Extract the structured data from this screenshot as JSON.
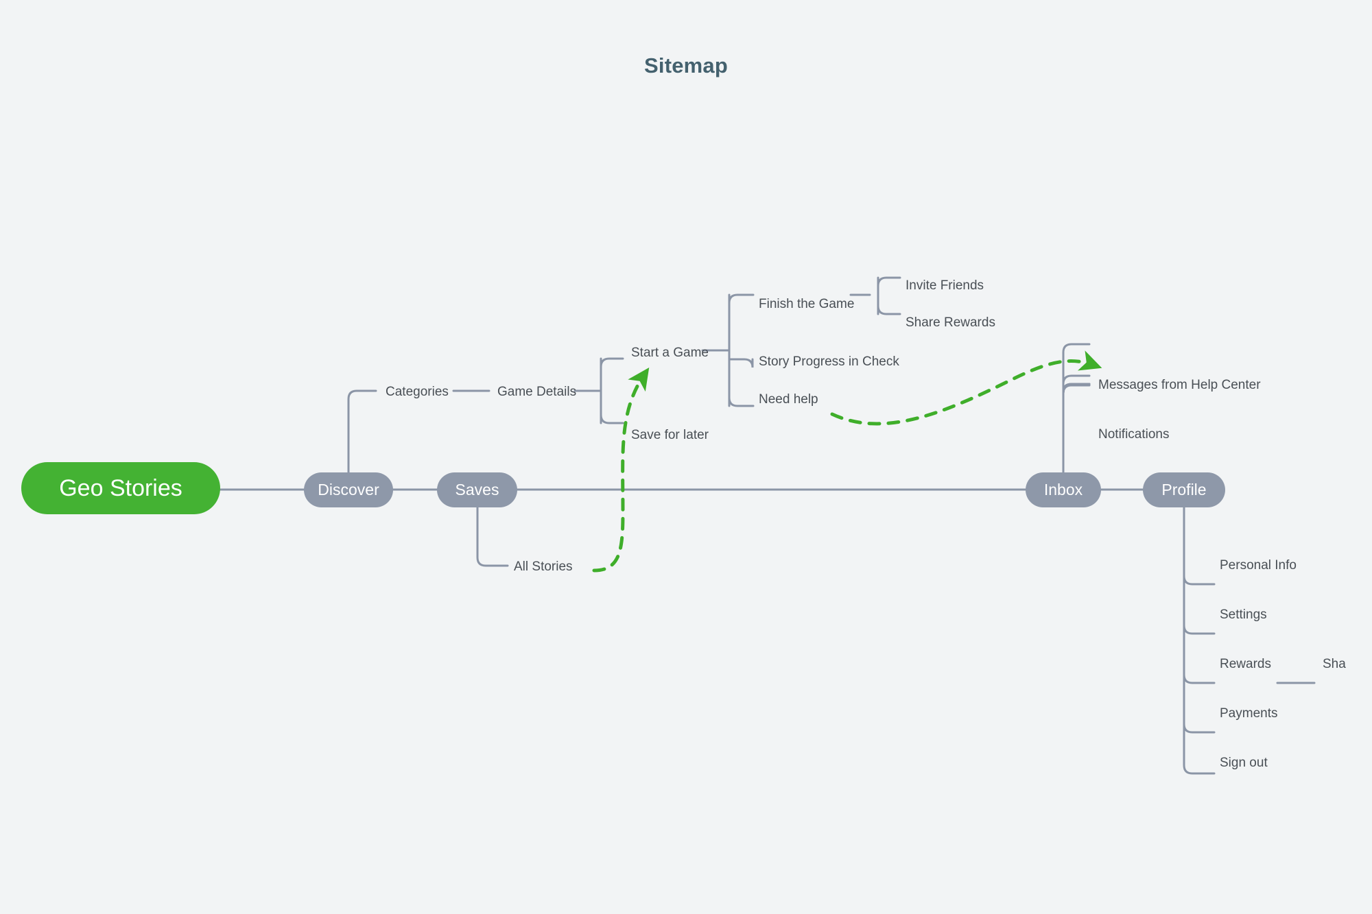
{
  "header": {
    "title": "Sitemap"
  },
  "colors": {
    "background": "#f2f4f5",
    "title": "#44616e",
    "root_node": "#44b233",
    "section_node": "#8e98a9",
    "connector": "#8b95a6",
    "leaf_text": "#494f55",
    "flow_arrow": "#3fae2a"
  },
  "root": {
    "label": "Geo Stories"
  },
  "sections": [
    {
      "label": "Discover"
    },
    {
      "label": "Saves"
    },
    {
      "label": "Inbox"
    },
    {
      "label": "Profile"
    }
  ],
  "leaves": {
    "categories": "Categories",
    "game_details": "Game Details",
    "start_a_game": "Start a Game",
    "save_for_later": "Save for later",
    "finish_the_game": "Finish the Game",
    "story_progress_in_check": "Story Progress in Check",
    "need_help": "Need help",
    "invite_friends": "Invite Friends",
    "share_rewards": "Share Rewards",
    "all_stories": "All Stories",
    "messages_from_help_center": "Messages from Help Center",
    "notifications": "Notifications",
    "personal_info": "Personal Info",
    "settings": "Settings",
    "rewards": "Rewards",
    "rewards_child": "Sha",
    "payments": "Payments",
    "sign_out": "Sign out"
  },
  "flows": [
    {
      "name": "all-stories-to-start-a-game",
      "from": "All Stories",
      "to": "Start a Game",
      "style": "dashed-green-arrow"
    },
    {
      "name": "need-help-to-messages-from-help-center",
      "from": "Need help",
      "to": "Messages from Help Center",
      "style": "dashed-green-arrow"
    }
  ]
}
